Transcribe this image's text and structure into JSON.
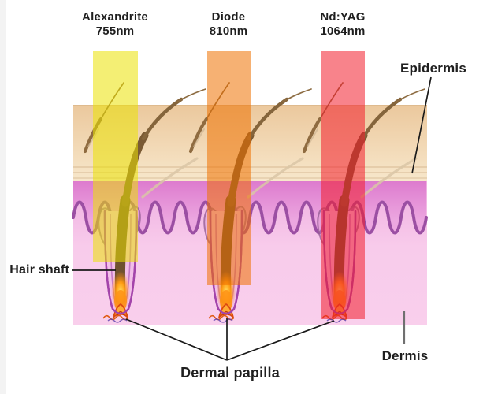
{
  "lasers": [
    {
      "name": "Alexandrite",
      "wavelength": "755nm",
      "beam_rgba": "rgba(235,226,2,0.55)"
    },
    {
      "name": "Diode",
      "wavelength": "810nm",
      "beam_rgba": "rgba(238,113,0,0.55)"
    },
    {
      "name": "Nd:YAG",
      "wavelength": "1064nm",
      "beam_rgba": "rgba(242,30,44,0.55)"
    }
  ],
  "labels": {
    "epidermis": "Epidermis",
    "dermis": "Dermis",
    "hair_shaft": "Hair shaft",
    "dermal_papilla": "Dermal papilla"
  },
  "colors": {
    "epidermis_top": "#ebc89d",
    "epidermis_bottom": "#f7e7cb",
    "dermis_mauve": "#dd7bce",
    "dermis_pink": "#f9cfec",
    "junction_line": "#9b4fa3",
    "follicle_outline": "#a344aa",
    "hair_brown": "#7a5a34",
    "papilla_orange": "#ffab35",
    "glow_orange": "#ff9c12",
    "pointer_line": "#1a1a1a"
  }
}
